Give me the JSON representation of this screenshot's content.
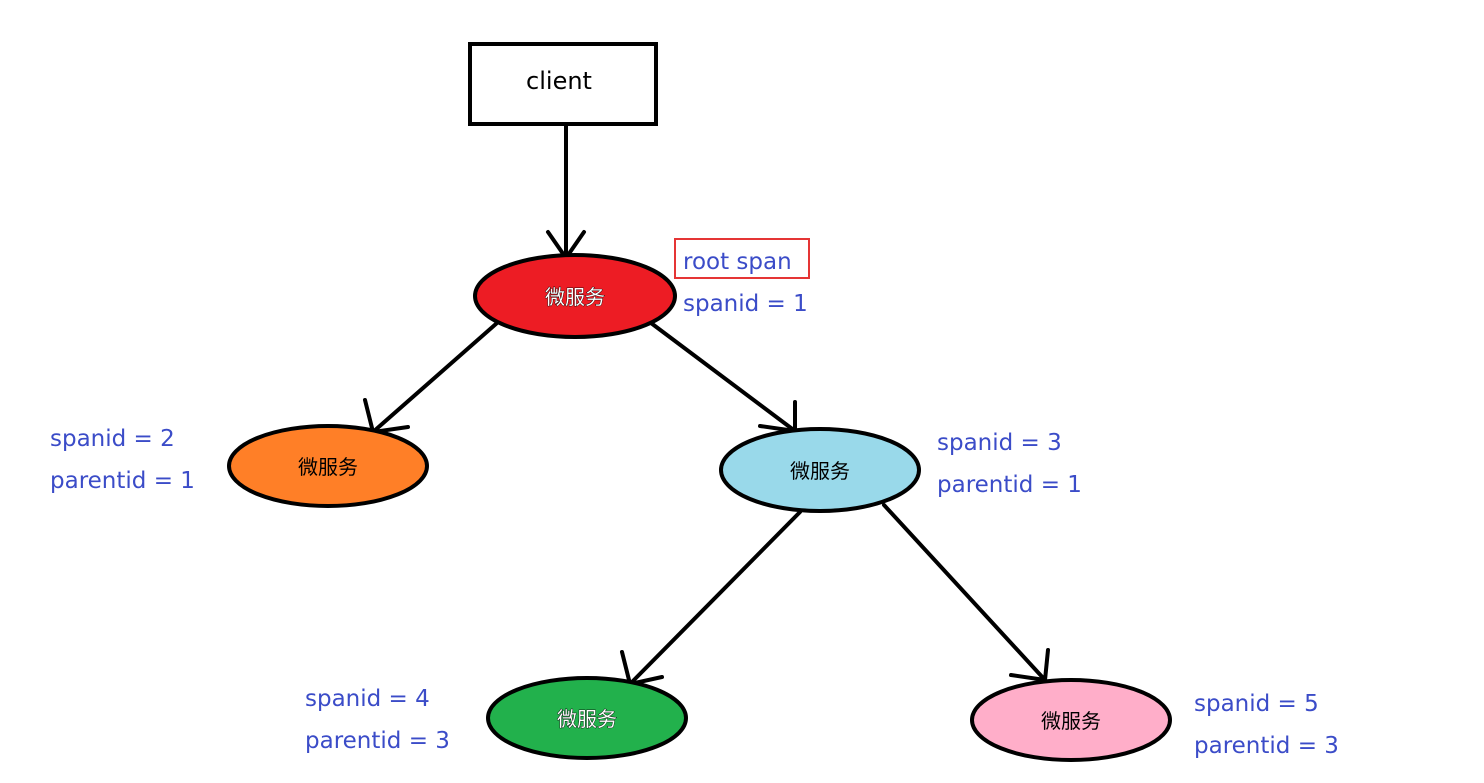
{
  "colors": {
    "edge": "#000000",
    "annotation_text": "#3b4cc8",
    "root_highlight_box": "#e53535"
  },
  "client": {
    "label": "client"
  },
  "nodes": [
    {
      "label": "微服务",
      "fill": "#ed1c24"
    },
    {
      "label": "微服务",
      "fill": "#ff7f27"
    },
    {
      "label": "微服务",
      "fill": "#99d9ea"
    },
    {
      "label": "微服务",
      "fill": "#22b14c"
    },
    {
      "label": "微服务",
      "fill": "#ffaec9"
    }
  ],
  "annotations": {
    "root": {
      "tag": "root span",
      "spanid": "spanid = 1"
    },
    "node2": {
      "spanid": "spanid = 2",
      "parentid": "parentid = 1"
    },
    "node3": {
      "spanid": "spanid = 3",
      "parentid": "parentid = 1"
    },
    "node4": {
      "spanid": "spanid = 4",
      "parentid": "parentid = 3"
    },
    "node5": {
      "spanid": "spanid = 5",
      "parentid": "parentid = 3"
    }
  }
}
